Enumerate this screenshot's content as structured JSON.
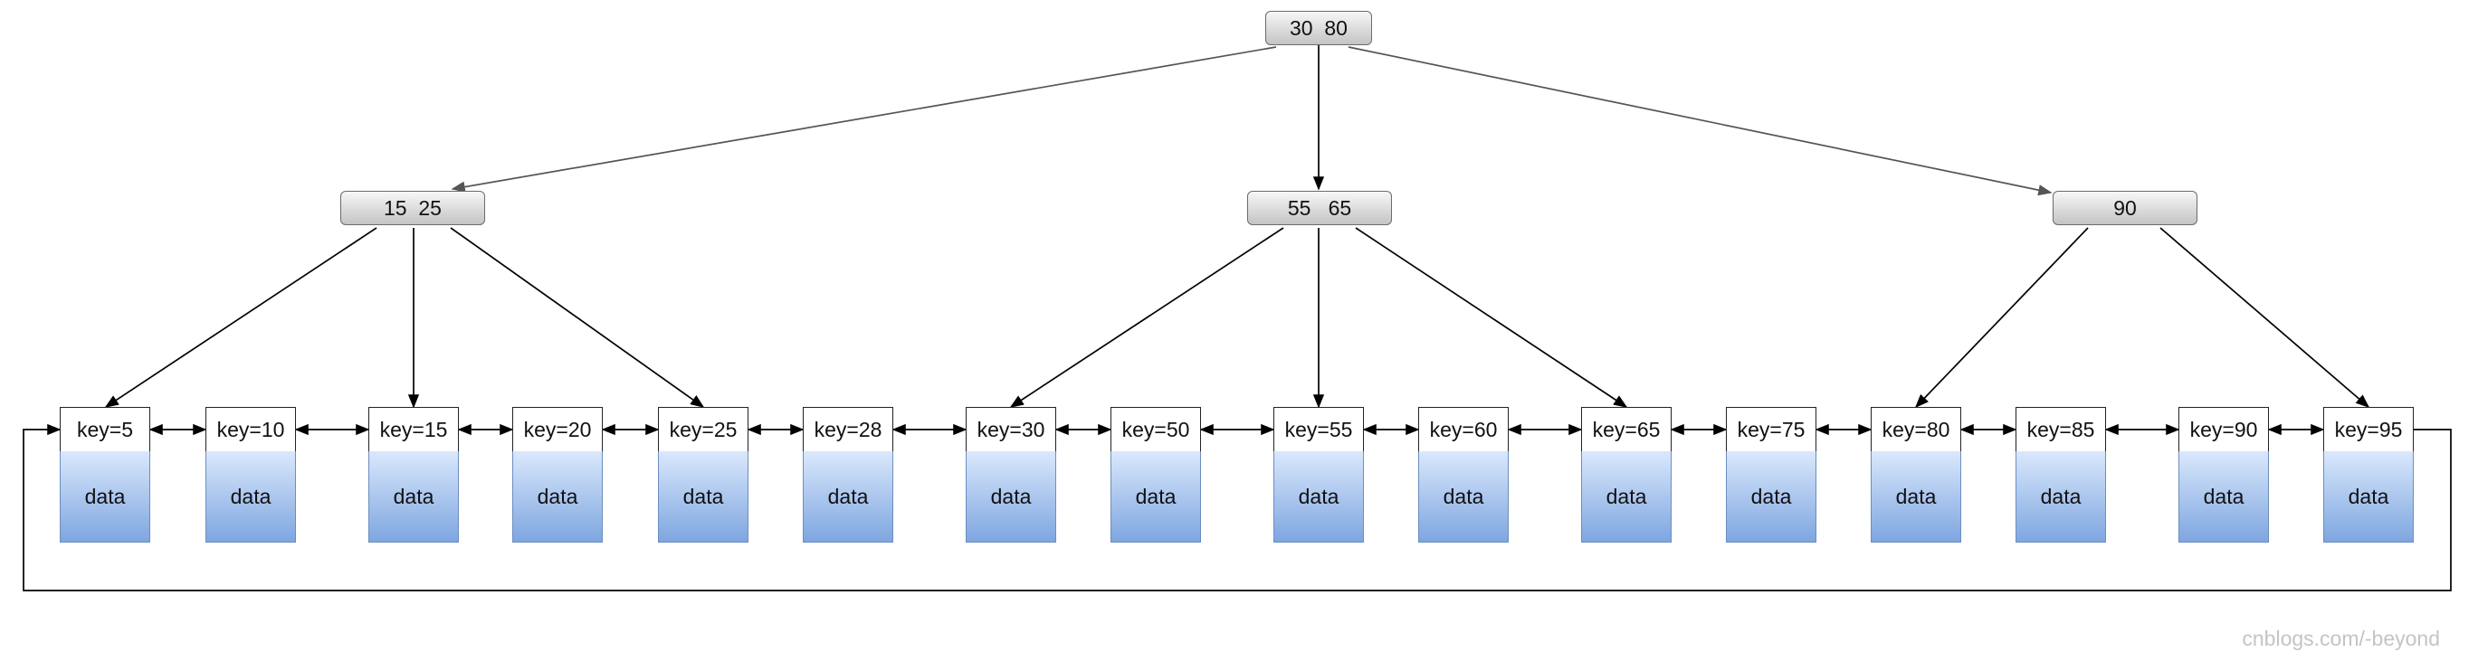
{
  "root": {
    "label": "30  80"
  },
  "internal_nodes": [
    {
      "label": "15  25"
    },
    {
      "label": "55   65"
    },
    {
      "label": "90"
    }
  ],
  "leaves": [
    {
      "key": "key=5",
      "data": "data"
    },
    {
      "key": "key=10",
      "data": "data"
    },
    {
      "key": "key=15",
      "data": "data"
    },
    {
      "key": "key=20",
      "data": "data"
    },
    {
      "key": "key=25",
      "data": "data"
    },
    {
      "key": "key=28",
      "data": "data"
    },
    {
      "key": "key=30",
      "data": "data"
    },
    {
      "key": "key=50",
      "data": "data"
    },
    {
      "key": "key=55",
      "data": "data"
    },
    {
      "key": "key=60",
      "data": "data"
    },
    {
      "key": "key=65",
      "data": "data"
    },
    {
      "key": "key=75",
      "data": "data"
    },
    {
      "key": "key=80",
      "data": "data"
    },
    {
      "key": "key=85",
      "data": "data"
    },
    {
      "key": "key=90",
      "data": "data"
    },
    {
      "key": "key=95",
      "data": "data"
    }
  ],
  "watermark": "cnblogs.com/-beyond",
  "colors": {
    "node_fill_top": "#f7f7f7",
    "node_fill_bottom": "#c4c4c4",
    "data_fill_top": "#dae8fc",
    "data_fill_bottom": "#7ea6e0",
    "data_border": "#6c8ebf",
    "edge": "#000000"
  }
}
